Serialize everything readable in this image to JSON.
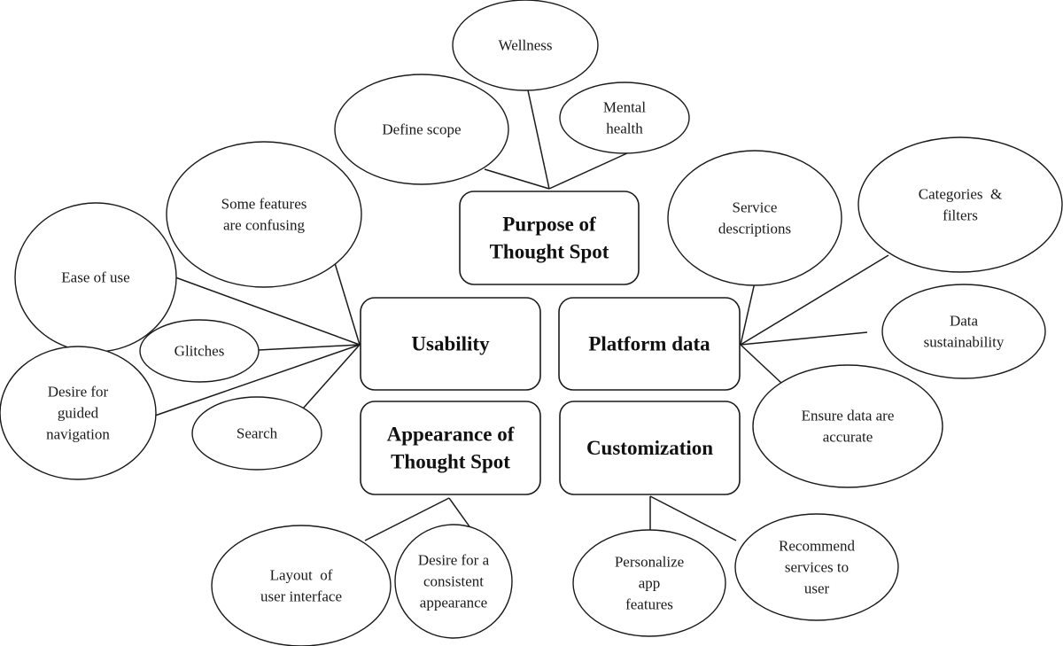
{
  "diagram": {
    "type": "thematic concept map",
    "hubs": [
      {
        "id": "purpose",
        "label": "Purpose of Thought Spot",
        "lines": [
          "Purpose of",
          "Thought Spot"
        ]
      },
      {
        "id": "usability",
        "label": "Usability",
        "lines": [
          "Usability"
        ]
      },
      {
        "id": "platform",
        "label": "Platform data",
        "lines": [
          "Platform data"
        ]
      },
      {
        "id": "appearance",
        "label": "Appearance of Thought Spot",
        "lines": [
          "Appearance of",
          "Thought Spot"
        ]
      },
      {
        "id": "customization",
        "label": "Customization",
        "lines": [
          "Customization"
        ]
      }
    ],
    "leaves": [
      {
        "id": "wellness",
        "hub": "purpose",
        "lines": [
          "Wellness"
        ]
      },
      {
        "id": "define-scope",
        "hub": "purpose",
        "lines": [
          "Define scope"
        ]
      },
      {
        "id": "mental-health",
        "hub": "purpose",
        "lines": [
          "Mental",
          "health"
        ]
      },
      {
        "id": "some-features-confusing",
        "hub": "usability",
        "lines": [
          "Some features",
          "are confusing"
        ]
      },
      {
        "id": "ease-of-use",
        "hub": "usability",
        "lines": [
          "Ease of use"
        ]
      },
      {
        "id": "glitches",
        "hub": "usability",
        "lines": [
          "Glitches"
        ]
      },
      {
        "id": "guided-navigation",
        "hub": "usability",
        "lines": [
          "Desire for",
          "guided",
          "navigation"
        ]
      },
      {
        "id": "search",
        "hub": "usability",
        "lines": [
          "Search"
        ]
      },
      {
        "id": "service-descriptions",
        "hub": "platform",
        "lines": [
          "Service",
          "descriptions"
        ]
      },
      {
        "id": "categories-filters",
        "hub": "platform",
        "lines": [
          "Categories  &",
          "filters"
        ]
      },
      {
        "id": "data-sustainability",
        "hub": "platform",
        "lines": [
          "Data",
          "sustainability"
        ]
      },
      {
        "id": "data-accurate",
        "hub": "platform",
        "lines": [
          "Ensure data are",
          "accurate"
        ]
      },
      {
        "id": "layout-ui",
        "hub": "appearance",
        "lines": [
          "Layout  of",
          "user interface"
        ]
      },
      {
        "id": "consistent-appearance",
        "hub": "appearance",
        "lines": [
          "Desire for a",
          "consistent",
          "appearance"
        ]
      },
      {
        "id": "personalize-features",
        "hub": "customization",
        "lines": [
          "Personalize",
          "app",
          "features"
        ]
      },
      {
        "id": "recommend-services",
        "hub": "customization",
        "lines": [
          "Recommend",
          "services to",
          "user"
        ]
      }
    ]
  }
}
